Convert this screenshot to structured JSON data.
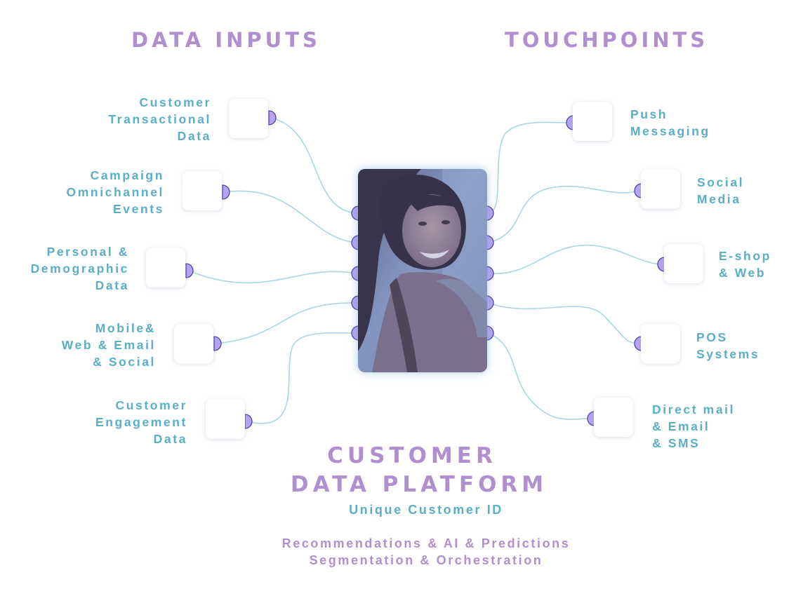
{
  "headings": {
    "inputs": "DATA INPUTS",
    "touchpoints": "TOUCHPOINTS"
  },
  "inputs": [
    {
      "label": "Customer\nTransactional\nData"
    },
    {
      "label": "Campaign\nOmnichannel\nEvents"
    },
    {
      "label": "Personal &\nDemographic\nData"
    },
    {
      "label": "Mobile&\nWeb & Email\n& Social"
    },
    {
      "label": "Customer\nEngagement\nData"
    }
  ],
  "touchpoints": [
    {
      "label": "Push\nMessaging"
    },
    {
      "label": "Social\nMedia"
    },
    {
      "label": "E-shop\n& Web"
    },
    {
      "label": "POS\nSystems"
    },
    {
      "label": "Direct mail\n& Email\n& SMS"
    }
  ],
  "center": {
    "title_line1": "CUSTOMER",
    "title_line2": "DATA PLATFORM",
    "subtitle": "Unique Customer ID",
    "features_line1": "Recommendations & AI & Predictions",
    "features_line2": "Segmentation & Orchestration"
  },
  "colors": {
    "heading": "#b08fcf",
    "label": "#5aaec6",
    "wire": "#a9d6e3",
    "port_fill": "#b7a4ee",
    "port_stroke": "#4b3fb0"
  }
}
